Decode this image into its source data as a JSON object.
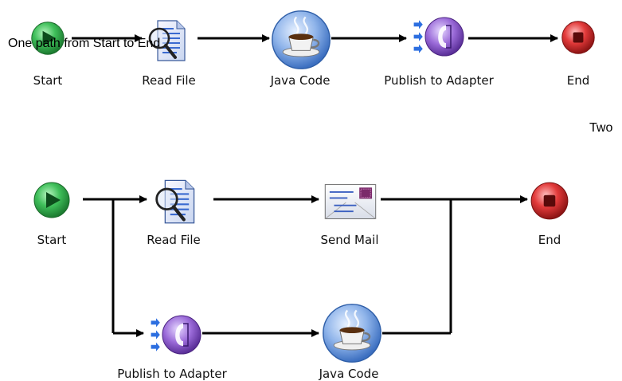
{
  "captions": {
    "top": "One path from Start to End",
    "bottom": "Two"
  },
  "diagram_top": {
    "nodes": [
      {
        "id": "start",
        "label": "Start",
        "icon": "start-play-icon"
      },
      {
        "id": "read",
        "label": "Read File",
        "icon": "read-file-icon"
      },
      {
        "id": "java",
        "label": "Java Code",
        "icon": "java-code-icon"
      },
      {
        "id": "publish",
        "label": "Publish to Adapter",
        "icon": "publish-adapter-icon"
      },
      {
        "id": "end",
        "label": "End",
        "icon": "end-stop-icon"
      }
    ]
  },
  "diagram_bottom": {
    "nodes": [
      {
        "id": "start",
        "label": "Start",
        "icon": "start-play-icon"
      },
      {
        "id": "read",
        "label": "Read File",
        "icon": "read-file-icon"
      },
      {
        "id": "mail",
        "label": "Send Mail",
        "icon": "send-mail-icon"
      },
      {
        "id": "end",
        "label": "End",
        "icon": "end-stop-icon"
      },
      {
        "id": "publish",
        "label": "Publish to Adapter",
        "icon": "publish-adapter-icon"
      },
      {
        "id": "java",
        "label": "Java Code",
        "icon": "java-code-icon"
      }
    ]
  },
  "colors": {
    "start_green": "#3fbf5a",
    "end_red": "#e23a3a",
    "java_blue": "#5b8fd6",
    "publish_purple": "#8a5cc8",
    "arrow": "#000000"
  }
}
